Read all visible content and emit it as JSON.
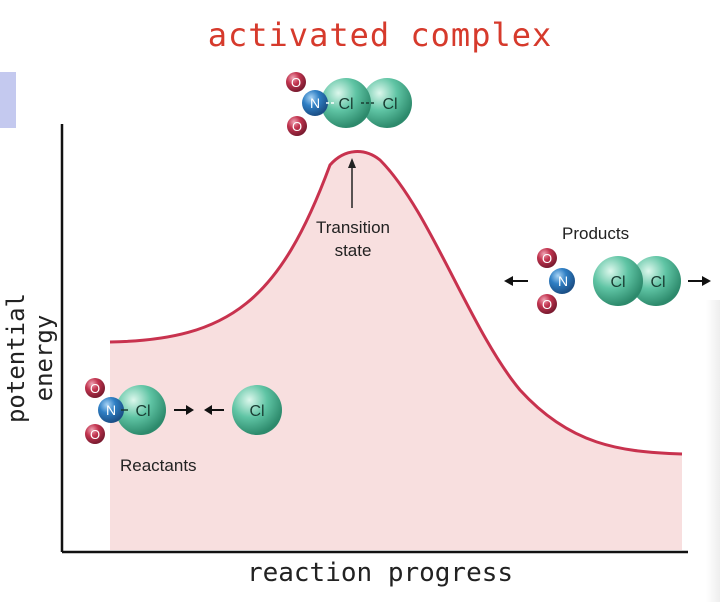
{
  "title": "activated complex",
  "x_axis_label": "reaction progress",
  "y_axis_label": "potential energy",
  "labels": {
    "reactants": "Reactants",
    "transition_line1": "Transition",
    "transition_line2": "state",
    "products": "Products"
  },
  "atoms": {
    "oxygen": "O",
    "nitrogen": "N",
    "chlorine": "Cl"
  },
  "colors": {
    "title": "#d63a2c",
    "curve": "#c8324e",
    "fill": "#f8dfdf",
    "oxygen": "#c2344f",
    "nitrogen": "#2f7fc4",
    "chlorine": "#5fc4a4"
  }
}
